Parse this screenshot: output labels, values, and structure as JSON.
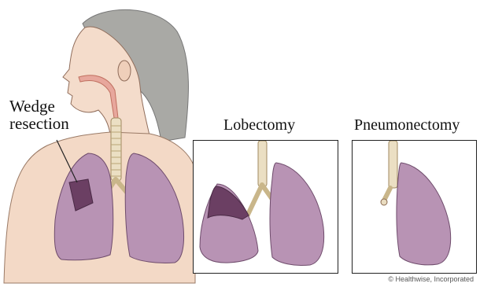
{
  "labels": {
    "wedge_line1": "Wedge",
    "wedge_line2": "resection",
    "lobectomy": "Lobectomy",
    "pneumonectomy": "Pneumonectomy"
  },
  "credit": "© Healthwise, Incorporated",
  "colors": {
    "lung": "#b892b4",
    "lung_dark": "#8a5f86",
    "skin": "#f3d8c4",
    "hair": "#a8a8a4",
    "trachea": "#e9dcc0",
    "frame": "#222222"
  }
}
